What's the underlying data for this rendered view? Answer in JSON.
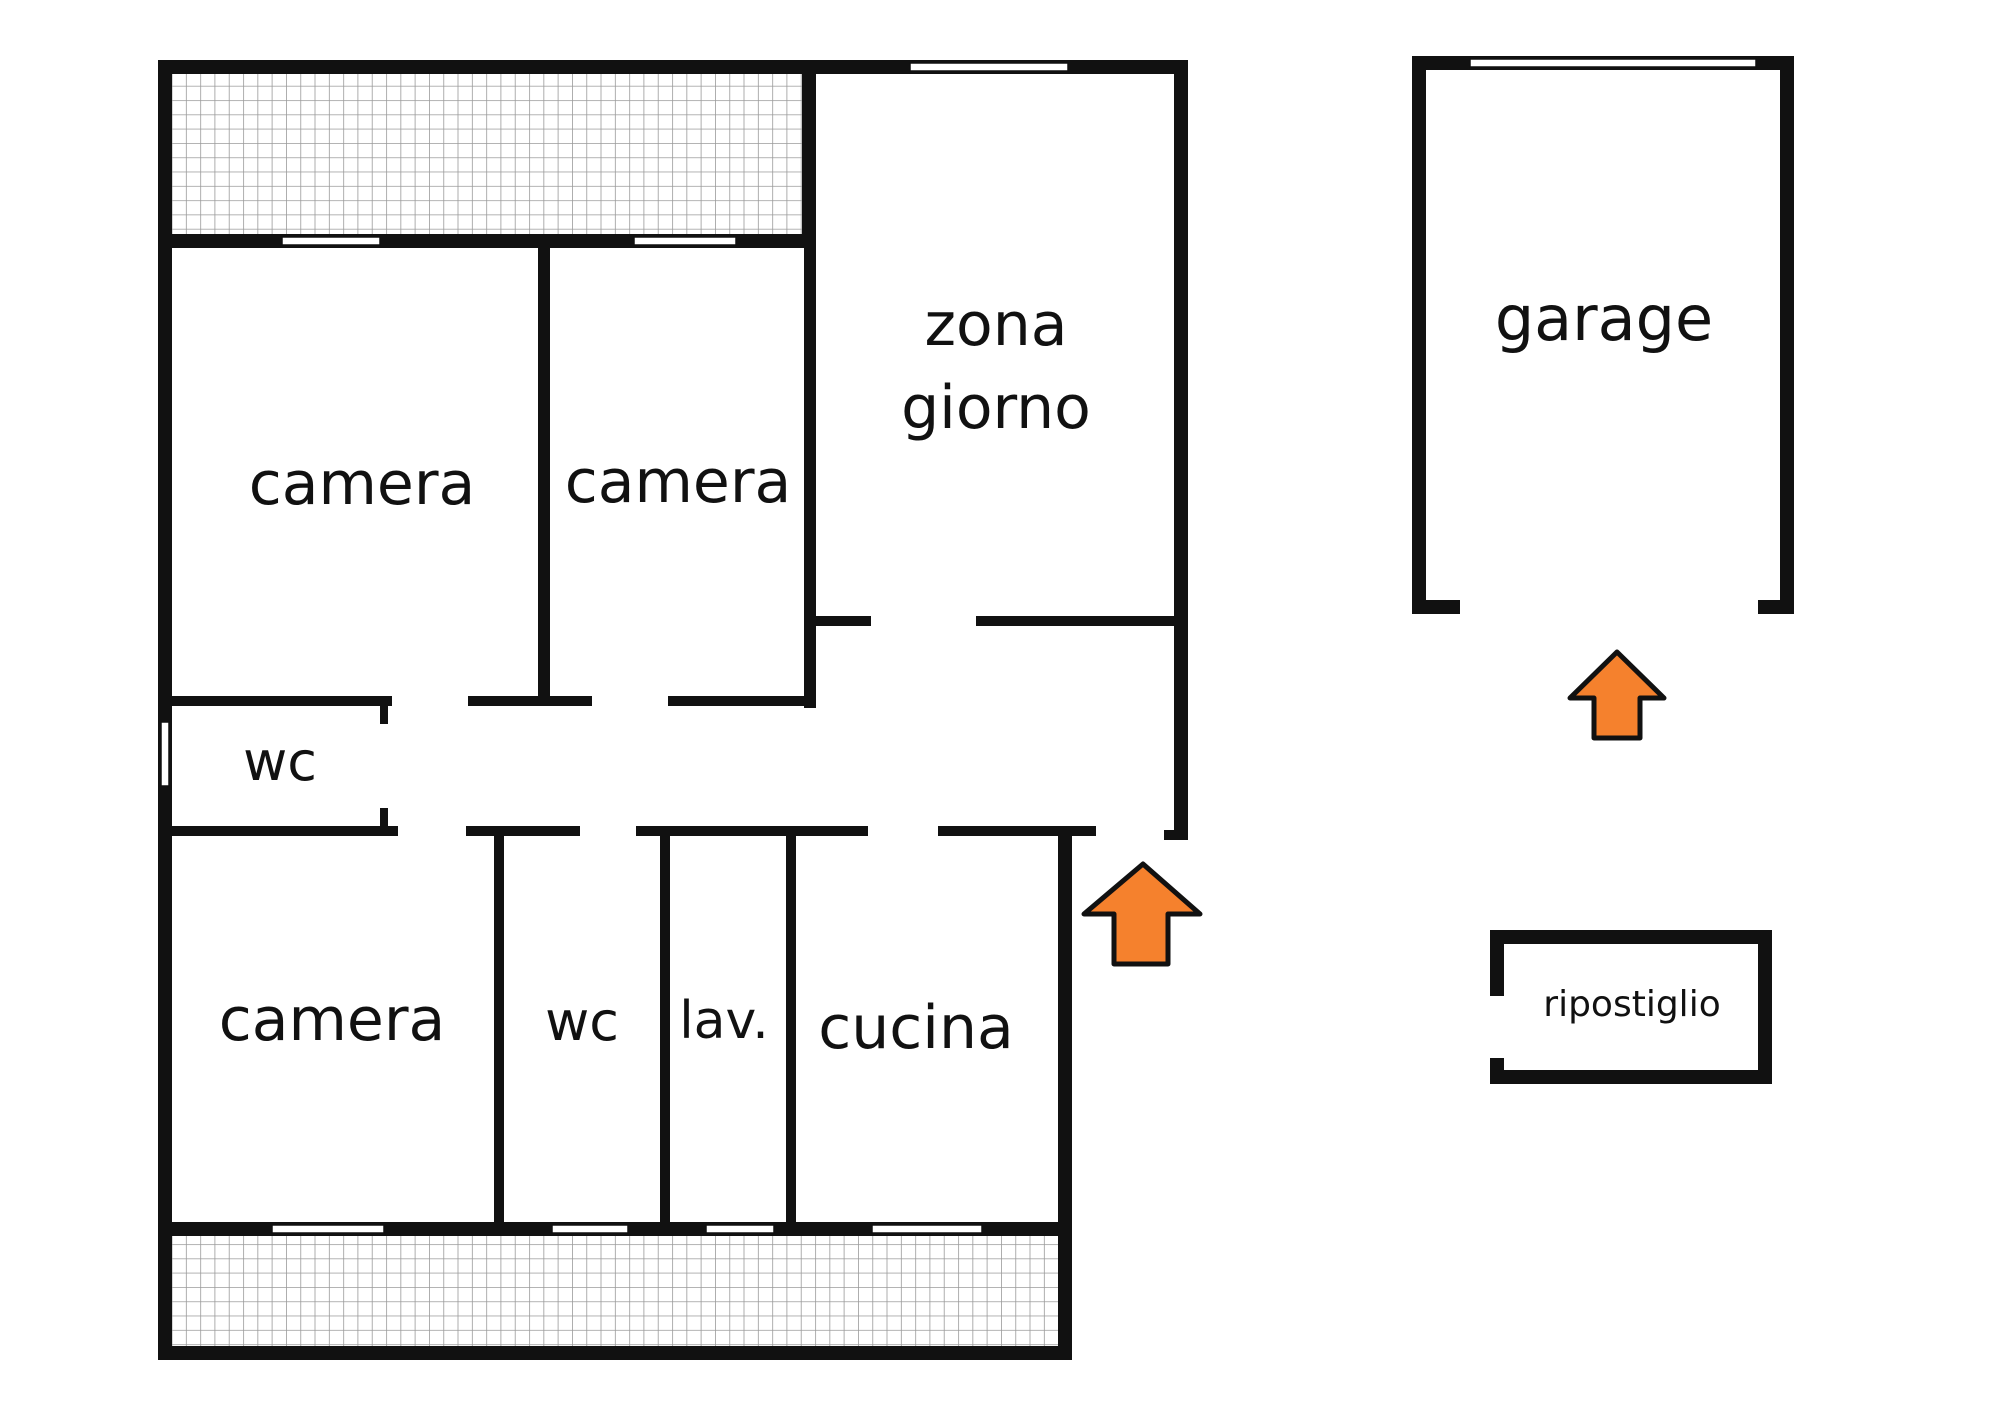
{
  "colors": {
    "wall": "#111111",
    "window": "#ffffff",
    "terrace_grid": "#9a9a9a",
    "arrow_fill": "#f5812d",
    "arrow_stroke": "#111111"
  },
  "rooms": {
    "zona_line1": "zona",
    "zona_line2": "giorno",
    "camera_1": "camera",
    "camera_2": "camera",
    "camera_3": "camera",
    "wc_1": "wc",
    "wc_2": "wc",
    "lav": "lav.",
    "cucina": "cucina",
    "garage": "garage",
    "ripostiglio": "ripostiglio"
  },
  "icons": {
    "entrance_arrow": "up-arrow-icon",
    "garage_arrow": "up-arrow-icon"
  }
}
